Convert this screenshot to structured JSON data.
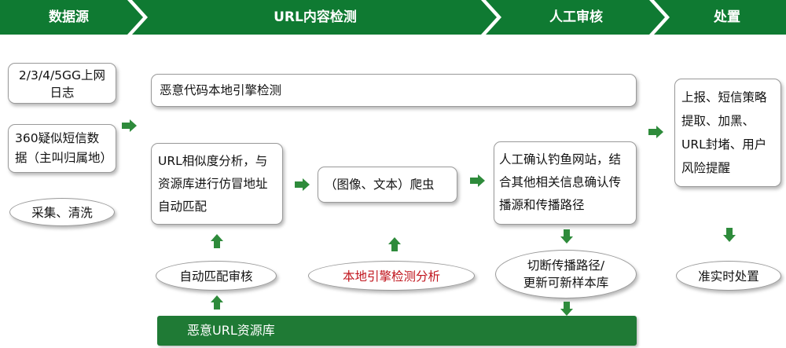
{
  "stages": [
    {
      "label": "数据源"
    },
    {
      "label": "URL内容检测"
    },
    {
      "label": "人工审核"
    },
    {
      "label": "处置"
    }
  ],
  "data_source": {
    "box1": "2/3/4/5GG上网日志",
    "box2": "360疑似短信数据（主叫归属地）",
    "oval": "采集、清洗"
  },
  "detection": {
    "local_engine": "恶意代码本地引擎检测",
    "url_similarity": "URL相似度分析，与资源库进行仿冒地址自动匹配",
    "crawler": "（图像、文本）爬虫",
    "auto_match": "自动匹配审核",
    "local_engine_analysis": "本地引擎检测分析",
    "resource_db": "恶意URL资源库"
  },
  "review": {
    "box": "人工确认钓鱼网站，结合其他相关信息确认传播源和传播路径",
    "oval_line1": "切断传播路径/",
    "oval_line2": "更新可新样本库"
  },
  "disposal": {
    "box": "上报、短信策略提取、加黑、URL封堵、用户风险提醒",
    "oval": "准实时处置"
  },
  "colors": {
    "banner": "#0f7a32",
    "arrow": "#2e8b3b",
    "red_text": "#c0141c"
  }
}
